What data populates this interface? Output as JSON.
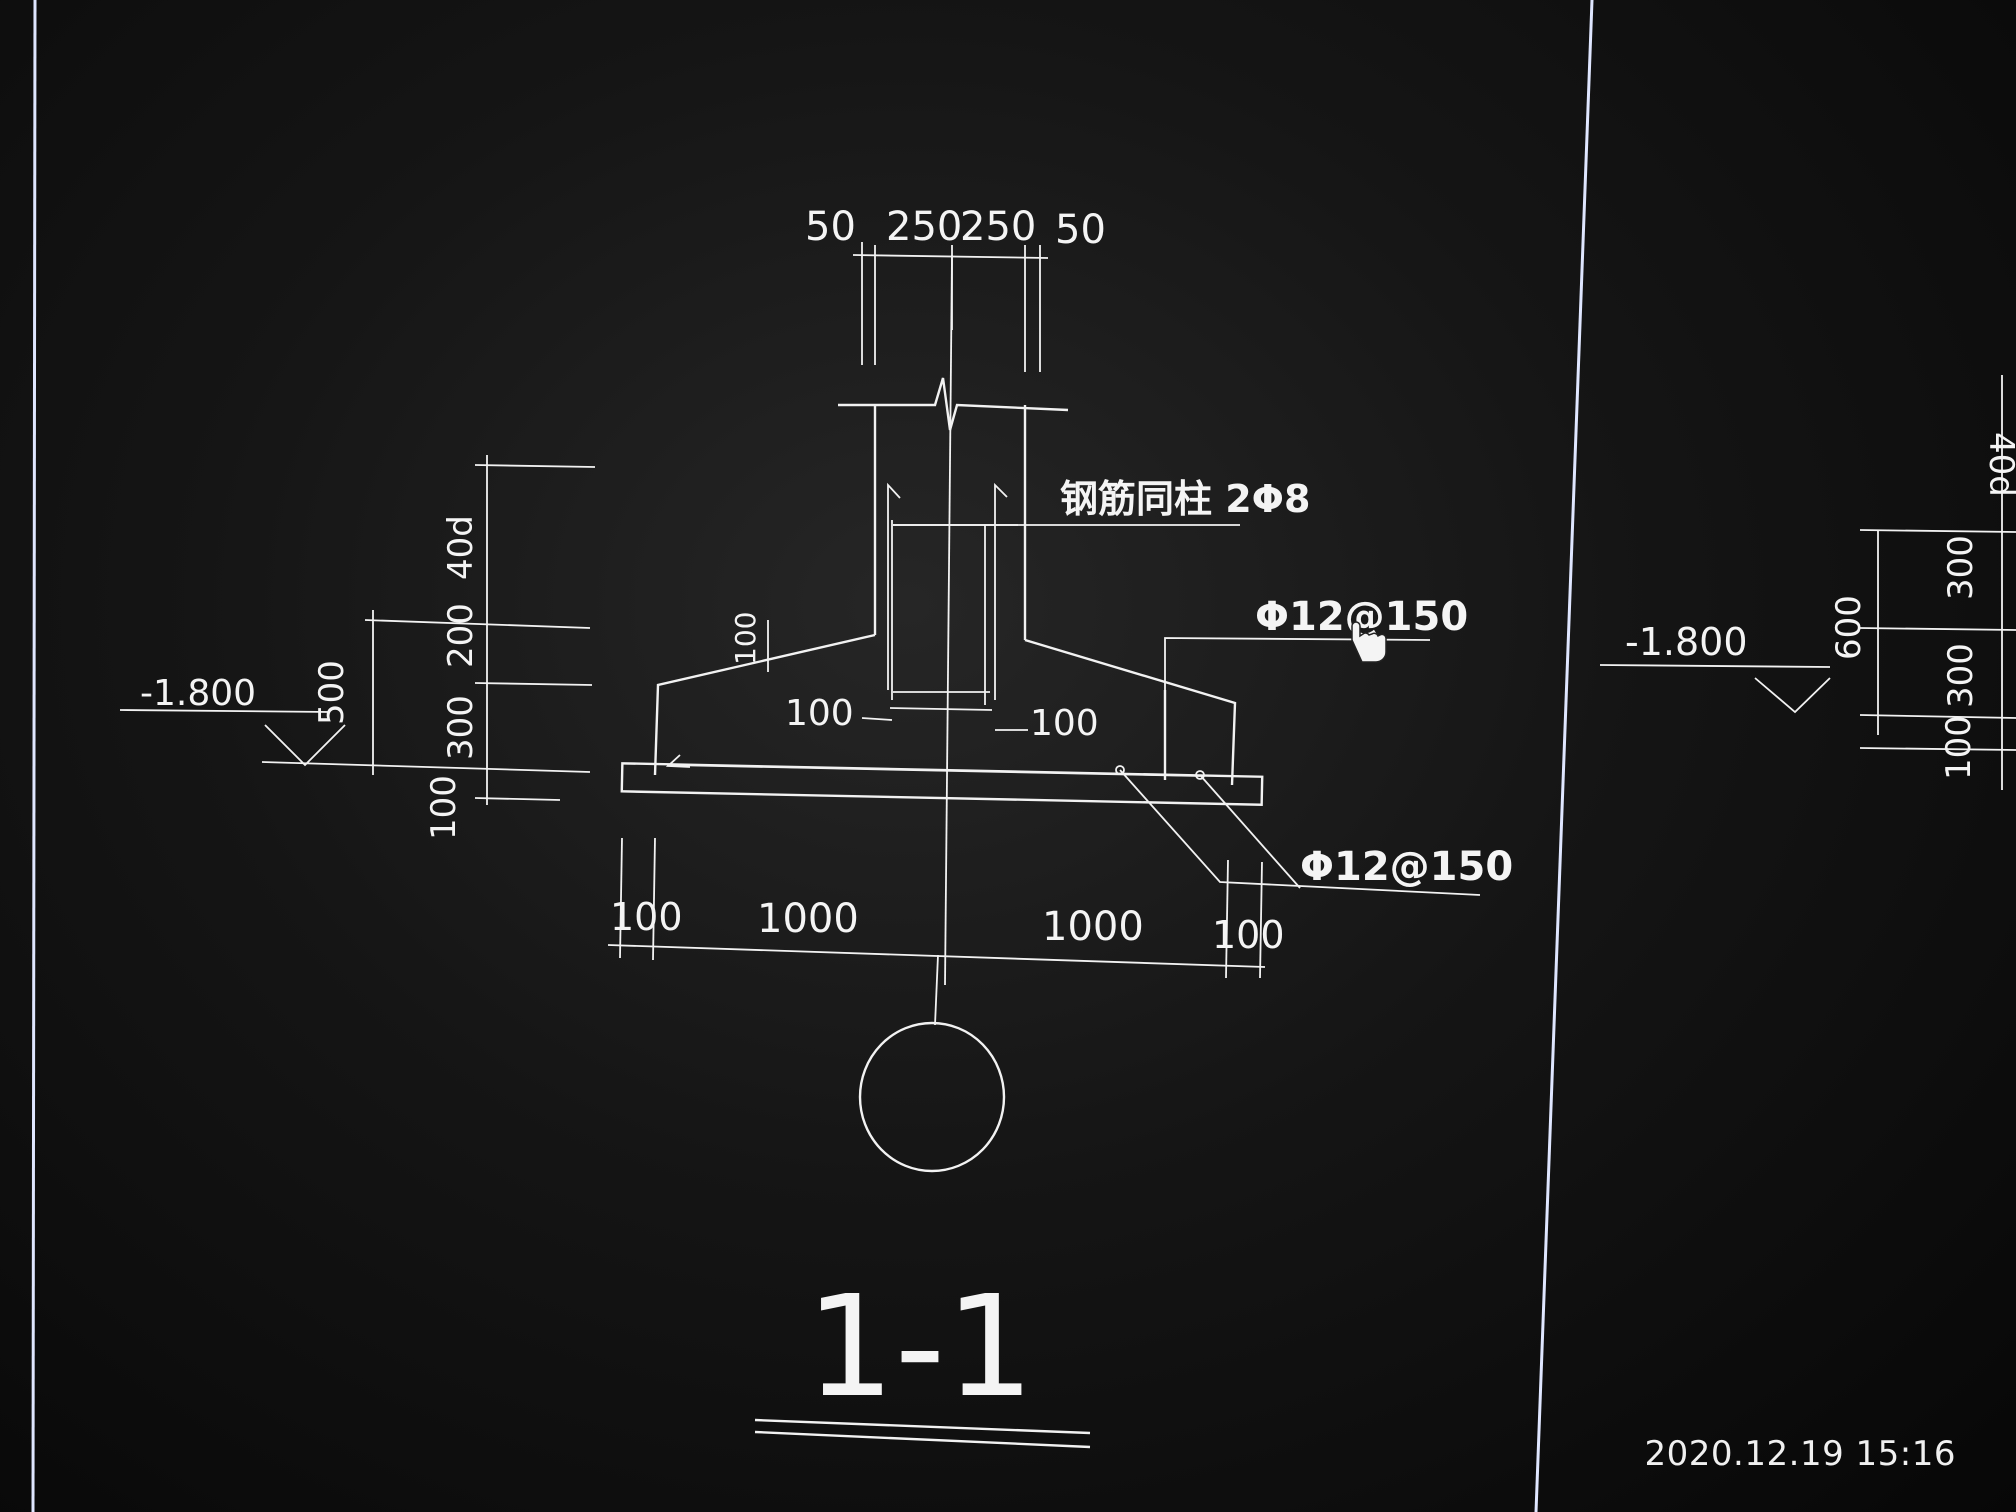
{
  "drawing": {
    "section_title": "1-1",
    "top_dims": [
      "50",
      "250",
      "250",
      "50"
    ],
    "elevation": "-1.800",
    "left_dims": [
      "40d",
      "200",
      "300",
      "100",
      "500"
    ],
    "notch_dim": "100",
    "rebar_note": "钢筋同柱 2Φ8",
    "stirrup_left": "100",
    "stirrup_right": "100",
    "rebar_top": "Φ12@150",
    "rebar_bottom": "Φ12@150",
    "bottom_dims": [
      "100",
      "1000",
      "1000",
      "100"
    ],
    "axis_label": ""
  },
  "partial_view": {
    "elevation": "-1.800",
    "dims": [
      "40d",
      "300",
      "300",
      "100",
      "600"
    ]
  },
  "photo": {
    "timestamp": "2020.12.19 15:16"
  },
  "colors": {
    "background": "#111111",
    "lines": "#f2f2f2",
    "border": "#dfe6ff"
  }
}
